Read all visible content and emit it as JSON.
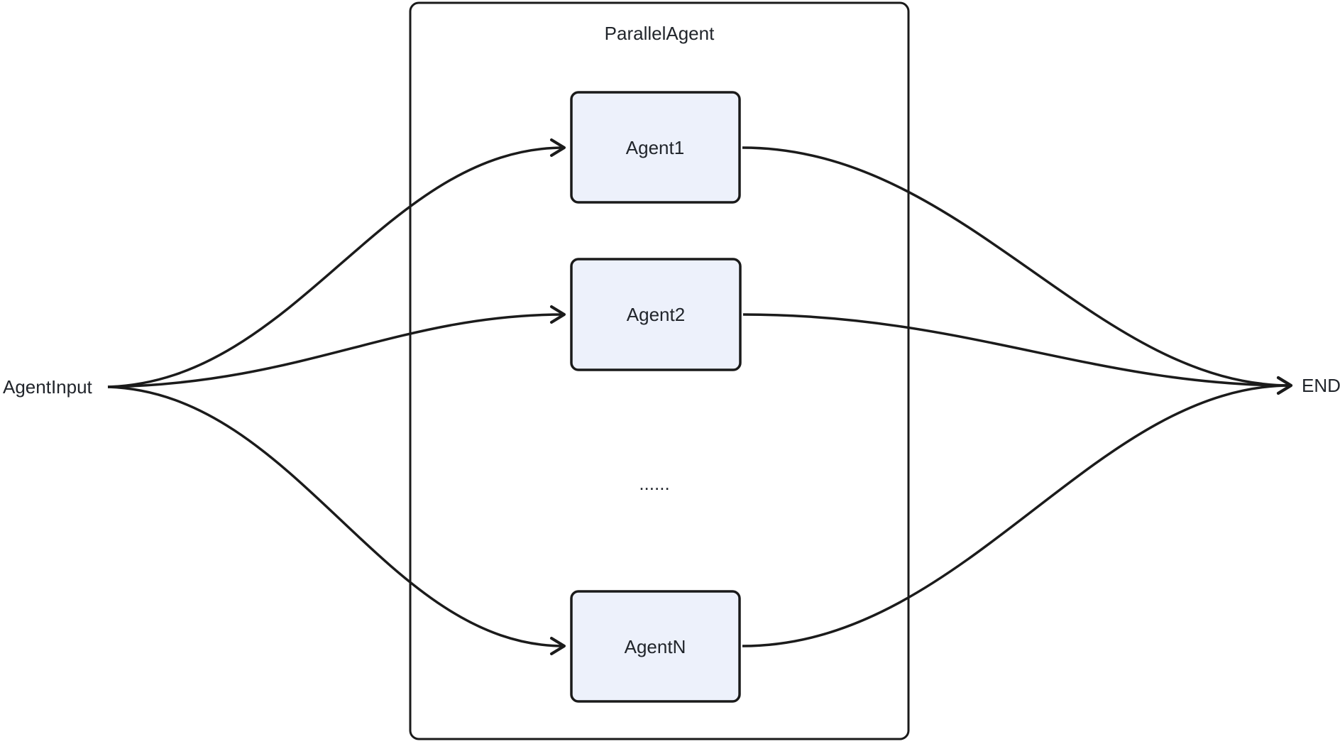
{
  "diagram": {
    "type": "flowchart",
    "direction": "left-to-right",
    "container": {
      "id": "ParallelAgent",
      "label": "ParallelAgent"
    },
    "nodes": [
      {
        "id": "AgentInput",
        "label": "AgentInput",
        "kind": "text",
        "inside_container": false
      },
      {
        "id": "Agent1",
        "label": "Agent1",
        "kind": "rounded-box",
        "inside_container": true
      },
      {
        "id": "Agent2",
        "label": "Agent2",
        "kind": "rounded-box",
        "inside_container": true
      },
      {
        "id": "ellipsis",
        "label": "......",
        "kind": "text",
        "inside_container": true
      },
      {
        "id": "AgentN",
        "label": "AgentN",
        "kind": "rounded-box",
        "inside_container": true
      },
      {
        "id": "END",
        "label": "END",
        "kind": "text",
        "inside_container": false
      }
    ],
    "edges": [
      {
        "from": "AgentInput",
        "to": "Agent1",
        "arrow": "arrowhead"
      },
      {
        "from": "AgentInput",
        "to": "Agent2",
        "arrow": "arrowhead"
      },
      {
        "from": "AgentInput",
        "to": "AgentN",
        "arrow": "arrowhead"
      },
      {
        "from": "Agent1",
        "to": "END",
        "arrow": "arrowhead"
      },
      {
        "from": "Agent2",
        "to": "END",
        "arrow": "arrowhead"
      },
      {
        "from": "AgentN",
        "to": "END",
        "arrow": "arrowhead"
      }
    ],
    "colors": {
      "background": "#ffffff",
      "node_fill": "#edf1fb",
      "node_stroke": "#1a1a1a",
      "edge_stroke": "#1b1b1b",
      "text": "#21252b"
    }
  }
}
